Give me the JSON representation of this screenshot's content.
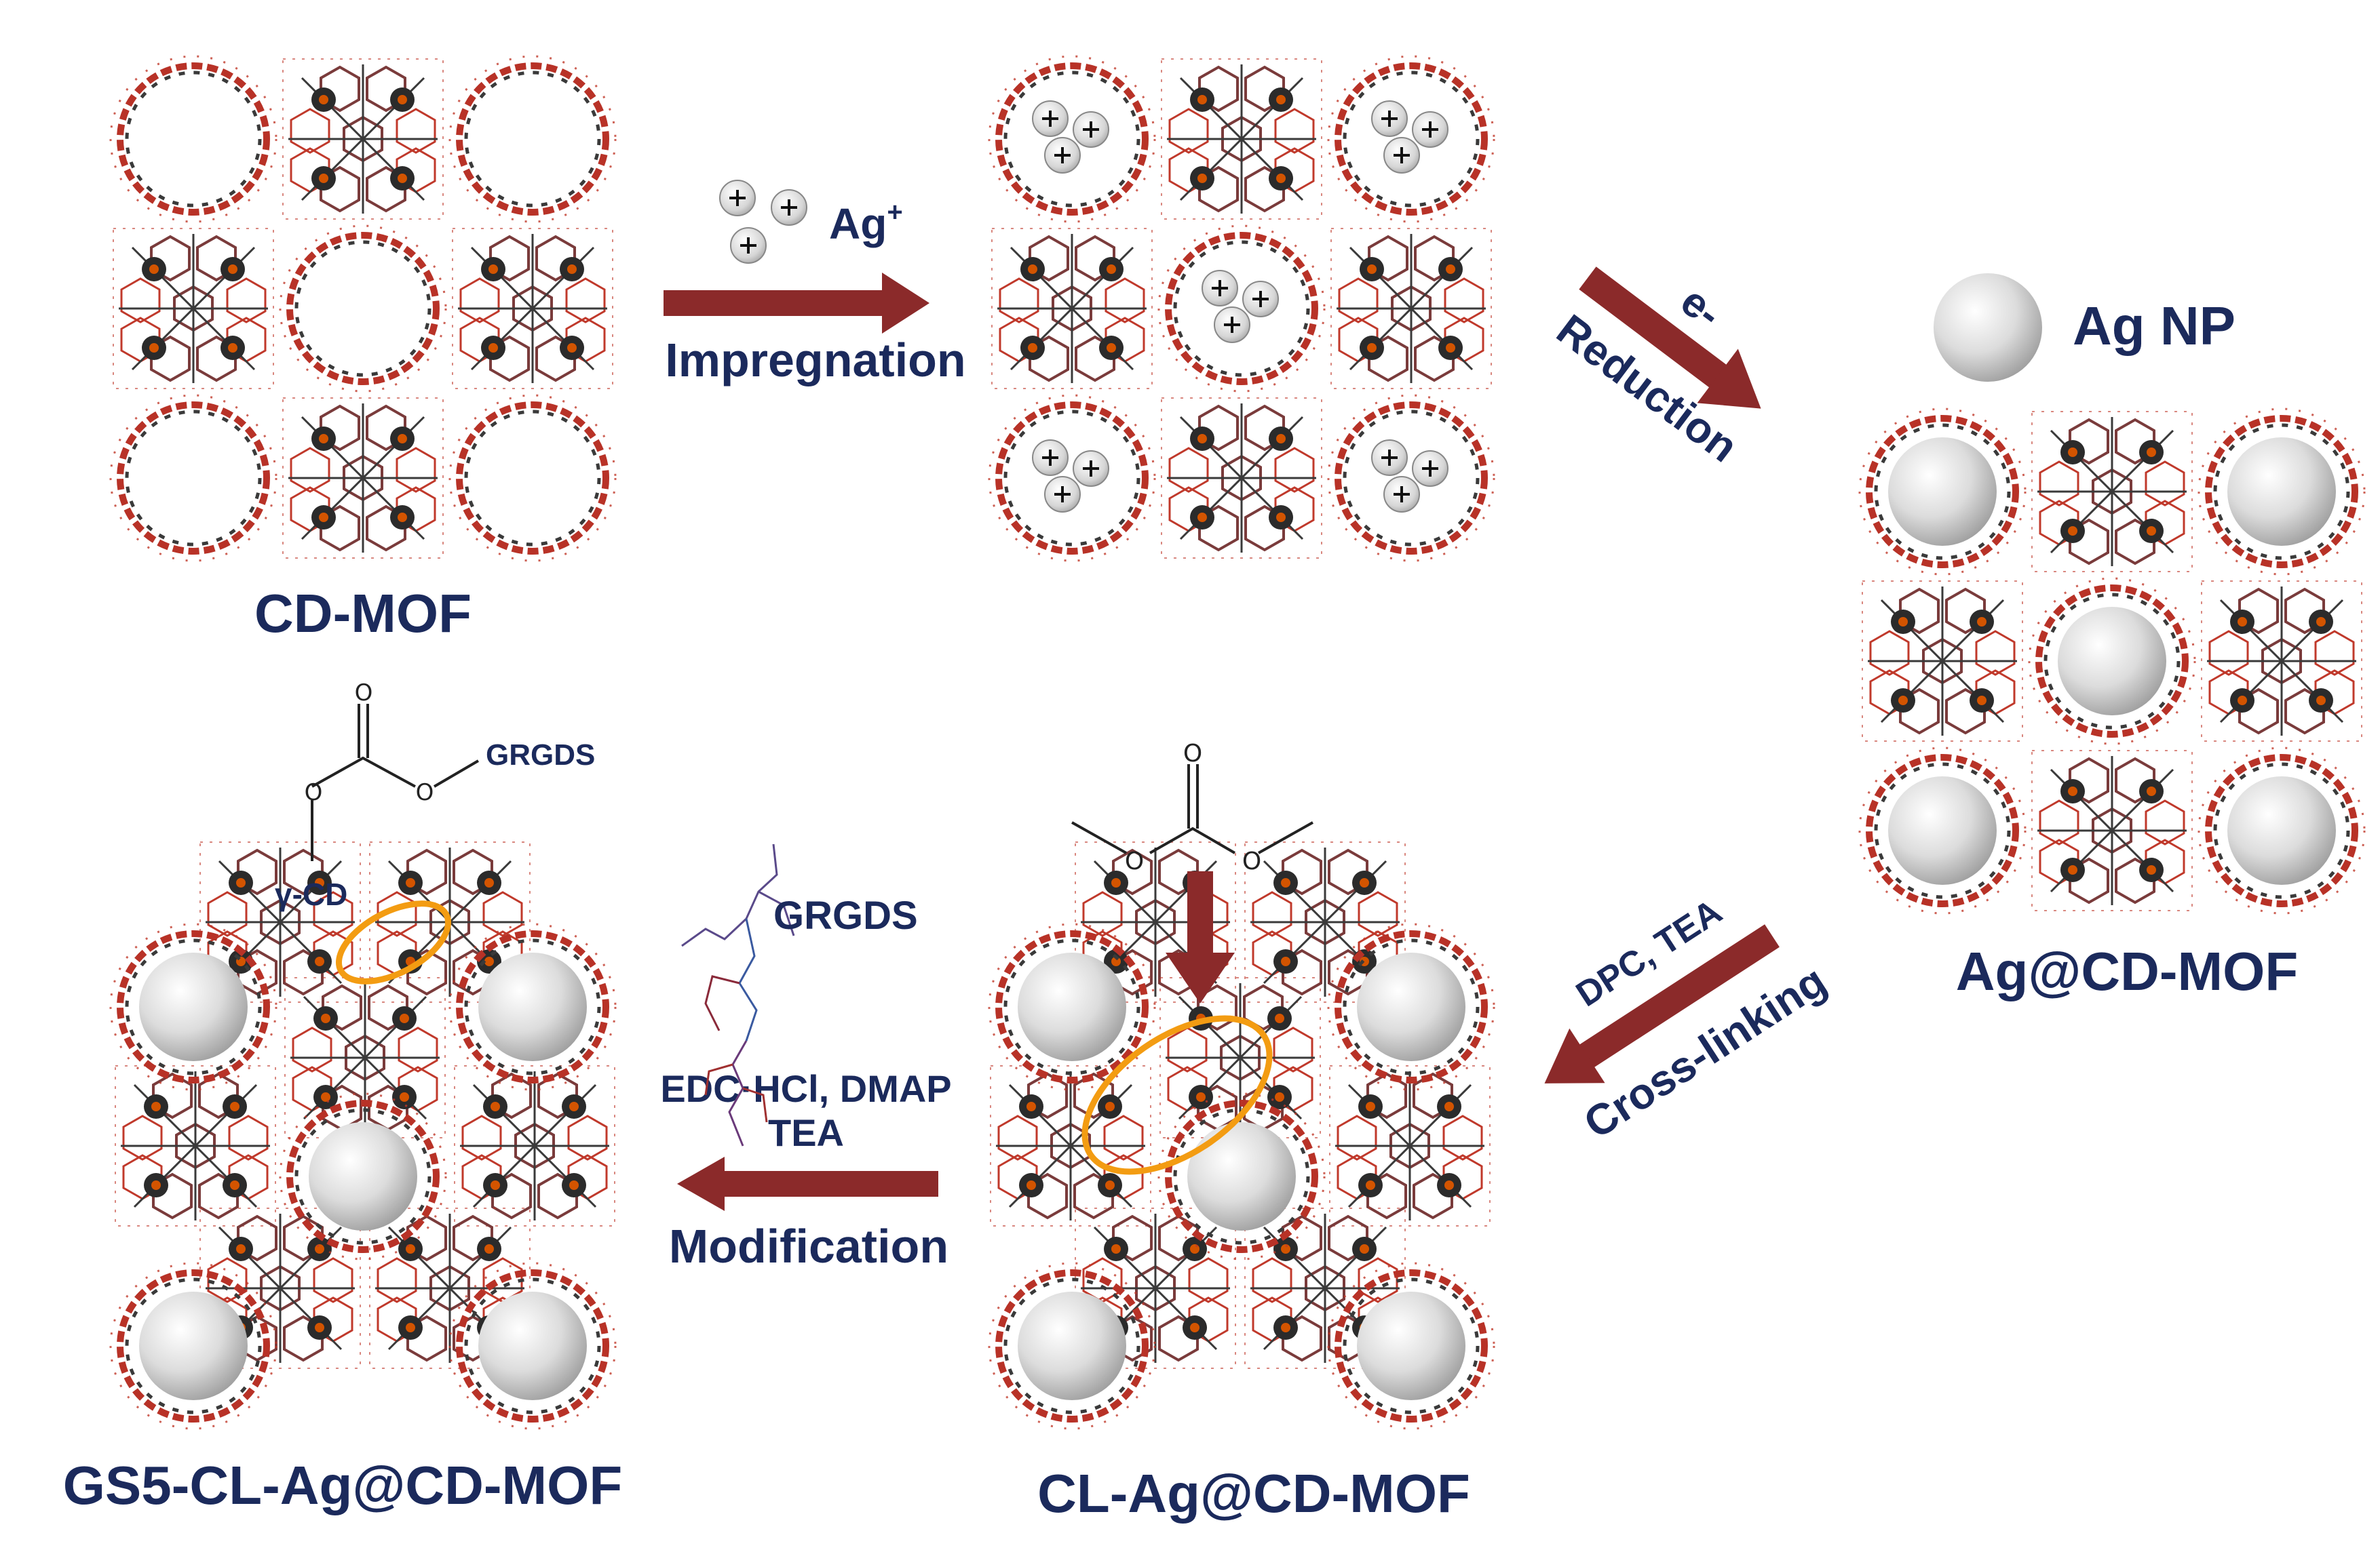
{
  "colors": {
    "arrow": "#8b2a2a",
    "label": "#1b2a5c",
    "framework_red": "#c0392b",
    "framework_dark": "#3a3a3a",
    "highlight": "#f39c12",
    "particle": "#d8d8d8"
  },
  "labels": {
    "cd_mof": "CD-MOF",
    "ag_mof": "Ag@CD-MOF",
    "cl_ag_mof": "CL-Ag@CD-MOF",
    "gs5_mof": "GS5-CL-Ag@CD-MOF",
    "ag_np": "Ag NP",
    "ag_ion": "Ag",
    "ag_ion_charge": "+",
    "grgds_reagent": "GRGDS",
    "grgds_chain": "GRGDS",
    "gamma_cd": "γ-CD",
    "carbonyl_o": "O",
    "ester_o": "O"
  },
  "steps": {
    "impregnation": "Impregnation",
    "reduction_reagent": "e-",
    "reduction": "Reduction",
    "crosslink_reagent": "DPC, TEA",
    "crosslinking": "Cross-linking",
    "modification_reagent_1": "EDC·HCl, DMAP",
    "modification_reagent_2": "TEA",
    "modification": "Modification"
  },
  "icons": {
    "cation": "plus-in-circle",
    "nanoparticle": "grey-sphere",
    "arrow": "block-arrow"
  }
}
